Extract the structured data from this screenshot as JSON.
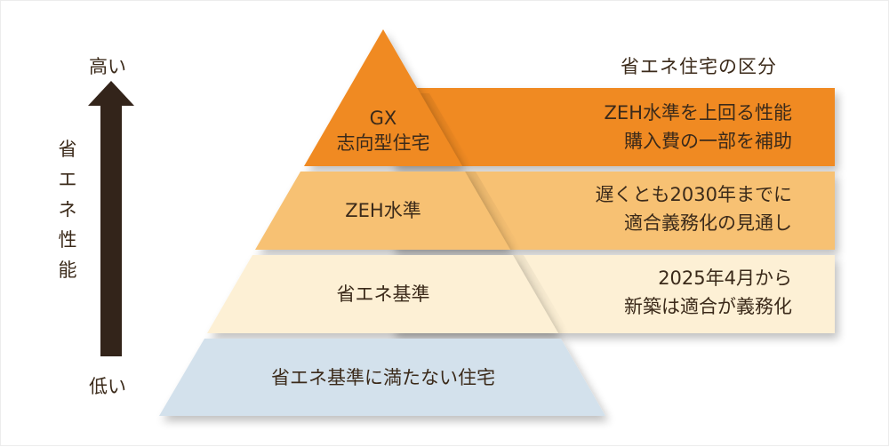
{
  "axis": {
    "high_label": "高い",
    "low_label": "低い",
    "title": "省エネ性能",
    "arrow_color": "#33241a"
  },
  "legend": {
    "section_title": "省エネ住宅の区分"
  },
  "tiers": [
    {
      "name_line1": "GX",
      "name_line2": "志向型住宅",
      "desc_line1": "ZEH水準を上回る性能",
      "desc_line2": "購入費の一部を補助",
      "color": "#f08a24"
    },
    {
      "name_line1": "ZEH水準",
      "desc_line1": "遅くとも2030年までに",
      "desc_line2": "適合義務化の見通し",
      "color": "#f7c173"
    },
    {
      "name_line1": "省エネ基準",
      "desc_line1": "2025年4月から",
      "desc_line2": "新築は適合が義務化",
      "color": "#fdf0d5"
    },
    {
      "name_line1": "省エネ基準に満たない住宅",
      "color": "#d3e1ec"
    }
  ]
}
